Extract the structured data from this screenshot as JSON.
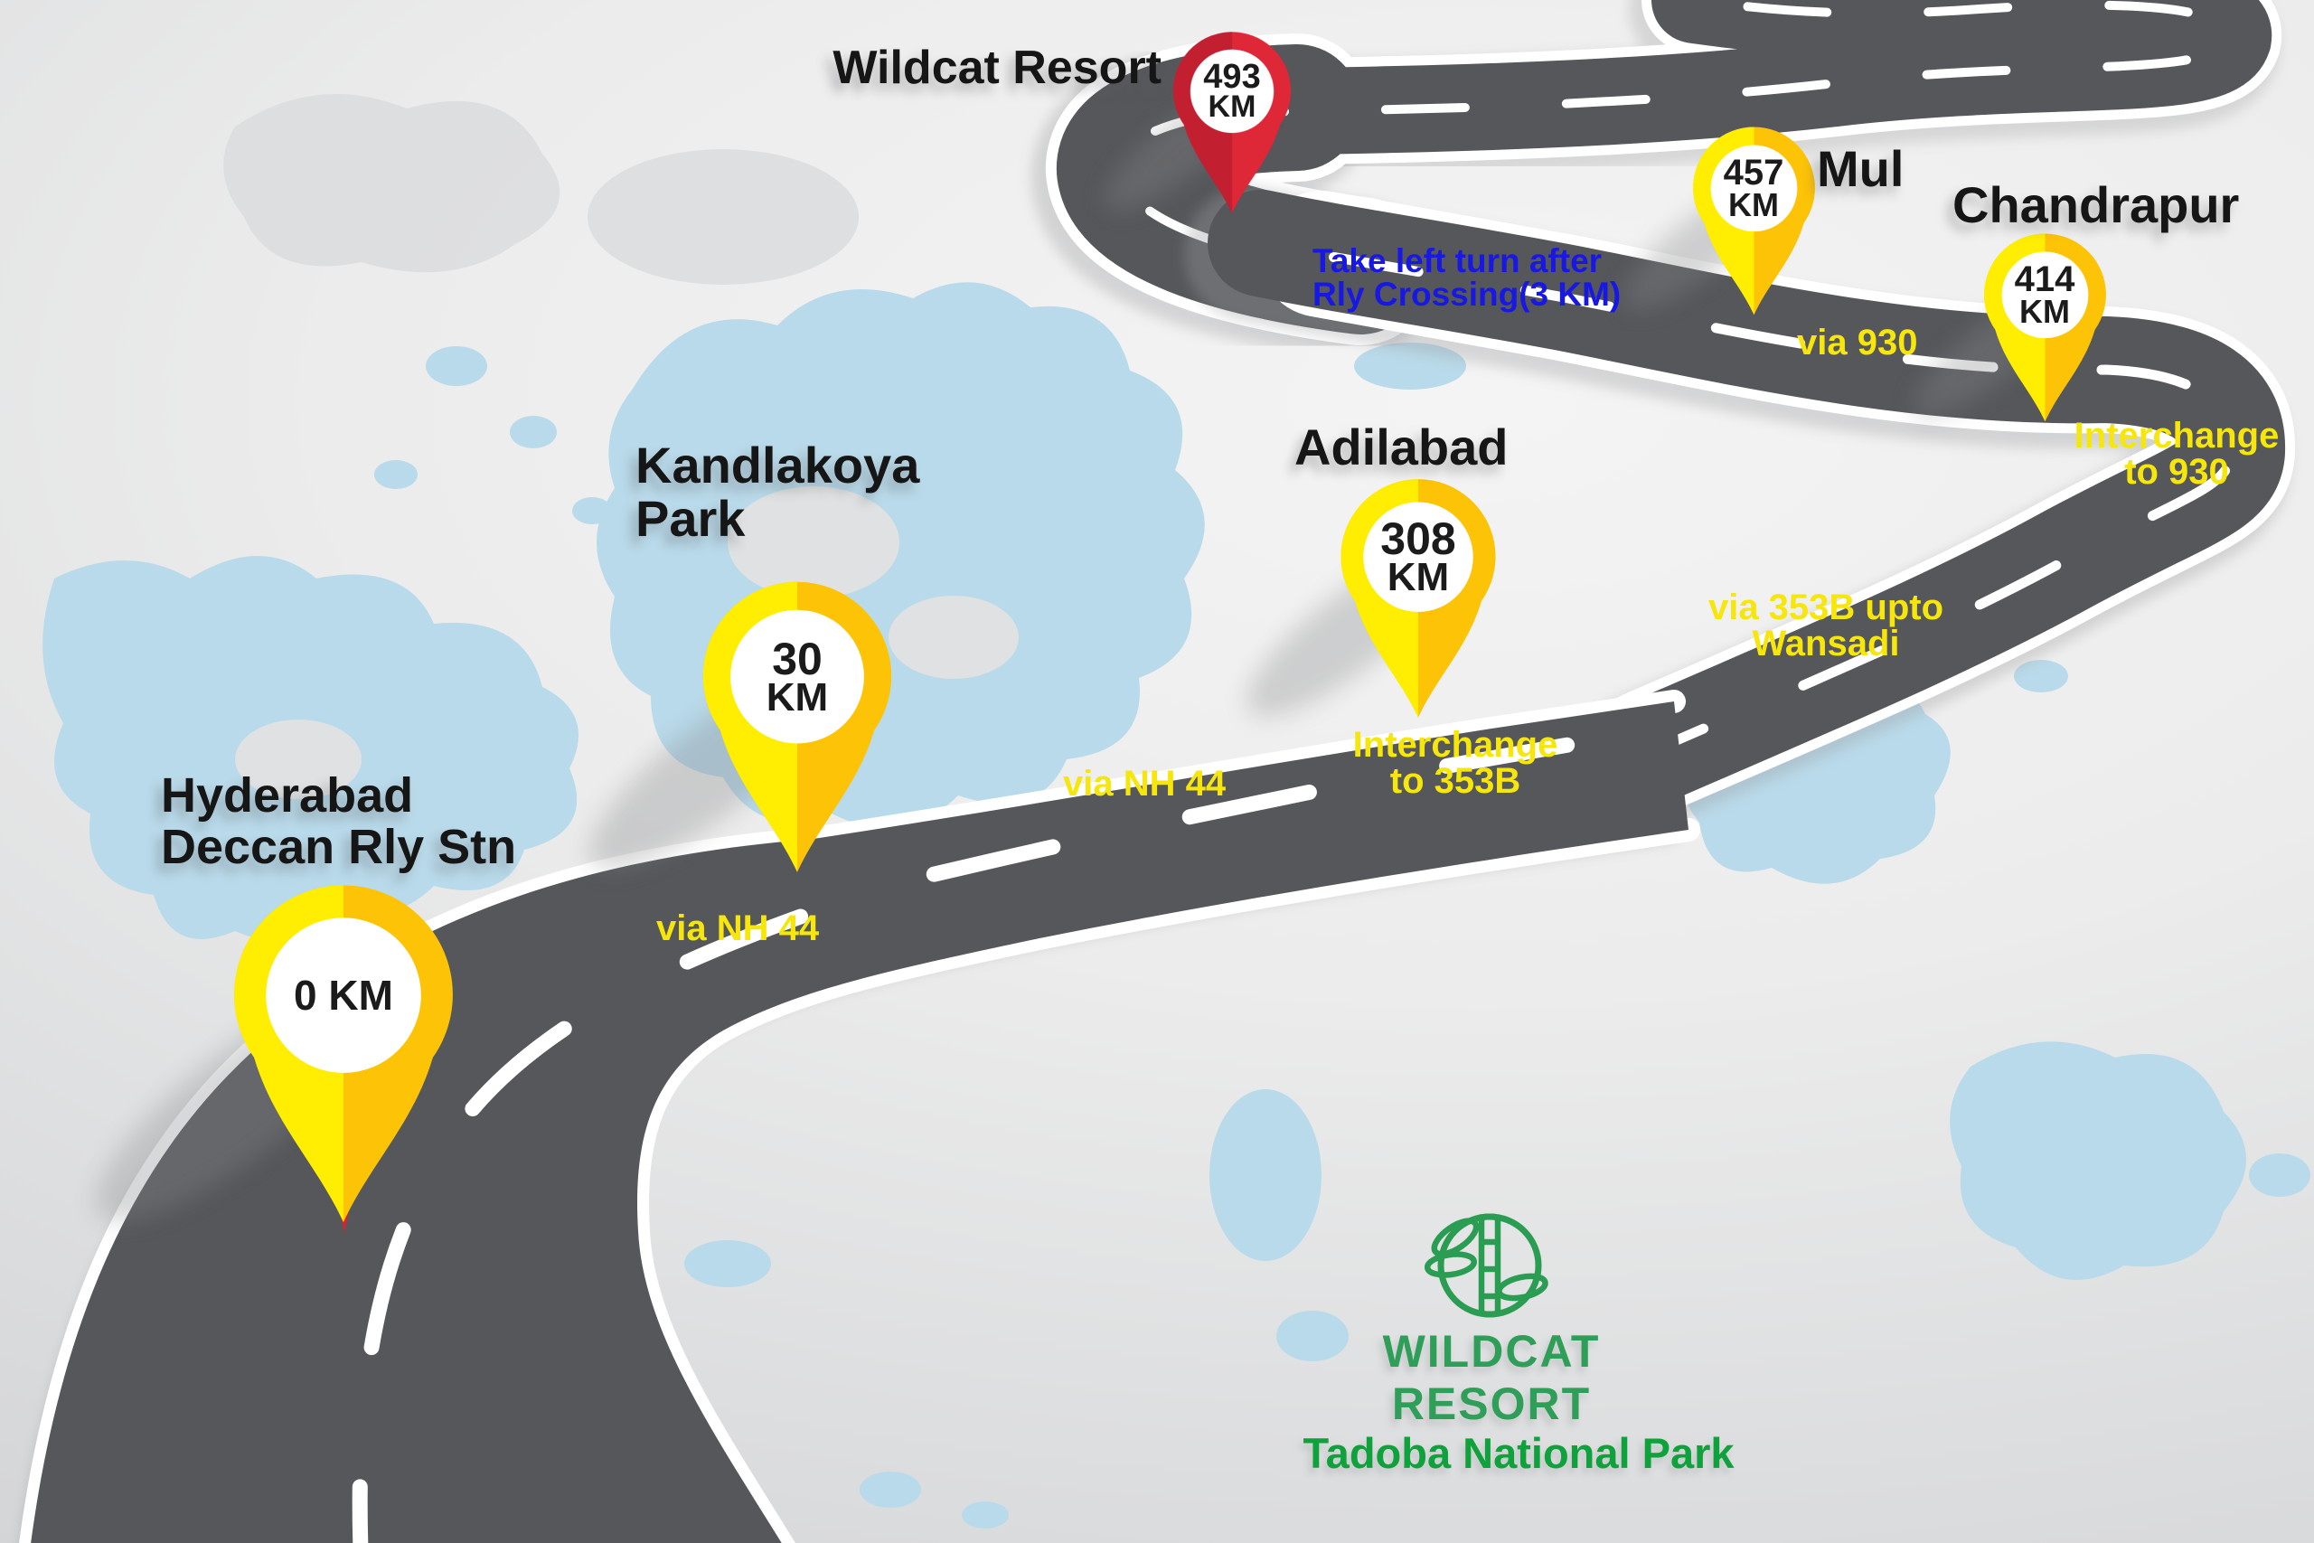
{
  "poster": {
    "brand": {
      "line1": "WILDCAT",
      "line2": "RESORT",
      "subtitle": "Tadoba National Park"
    },
    "stops": [
      {
        "id": "hyderabad-deccan",
        "name_lines": [
          "Hyderabad",
          "Deccan Rly Stn"
        ],
        "distance_lines": [
          "0 KM"
        ],
        "pin": "yellow"
      },
      {
        "id": "kandlakoya-park",
        "name_lines": [
          "Kandlakoya",
          "Park"
        ],
        "distance_lines": [
          "30",
          "KM"
        ],
        "pin": "yellow"
      },
      {
        "id": "adilabad",
        "name_lines": [
          "Adilabad"
        ],
        "distance_lines": [
          "308",
          "KM"
        ],
        "pin": "yellow"
      },
      {
        "id": "chandrapur",
        "name_lines": [
          "Chandrapur"
        ],
        "distance_lines": [
          "414",
          "KM"
        ],
        "pin": "yellow"
      },
      {
        "id": "mul",
        "name_lines": [
          "Mul"
        ],
        "distance_lines": [
          "457",
          "KM"
        ],
        "pin": "yellow"
      },
      {
        "id": "wildcat-resort",
        "name_lines": [
          "Wildcat Resort"
        ],
        "distance_lines": [
          "493",
          "KM"
        ],
        "pin": "red"
      }
    ],
    "route_labels": [
      {
        "id": "via-nh44-south",
        "lines": [
          "via NH 44"
        ],
        "style": "yellow"
      },
      {
        "id": "via-nh44-north",
        "lines": [
          "via NH 44"
        ],
        "style": "yellow"
      },
      {
        "id": "interchange-353b",
        "lines": [
          "Interchange",
          "to 353B"
        ],
        "style": "yellow"
      },
      {
        "id": "via-353b-wansadi",
        "lines": [
          "via 353B upto",
          "Wansadi"
        ],
        "style": "yellow"
      },
      {
        "id": "interchange-930",
        "lines": [
          "Interchange",
          "to 930"
        ],
        "style": "yellow"
      },
      {
        "id": "via-930",
        "lines": [
          "via 930"
        ],
        "style": "yellow"
      },
      {
        "id": "rly-crossing-note",
        "lines": [
          "Take left turn after",
          "Rly Crossing(3 KM)"
        ],
        "style": "blue"
      }
    ],
    "colors": {
      "road_gray": "#56575a",
      "curb_white": "#ffffff",
      "map_blue": "#b9daea",
      "label_yellow": "#f6e60b",
      "note_blue": "#1818e4",
      "pin_yellow_bright": "#ffee02",
      "pin_yellow_gold": "#fdc307",
      "pin_red_bright": "#de2838",
      "pin_red_dark": "#c21f31",
      "brand_green": "#2f9e58",
      "subtitle_green": "#0fa23c"
    }
  }
}
